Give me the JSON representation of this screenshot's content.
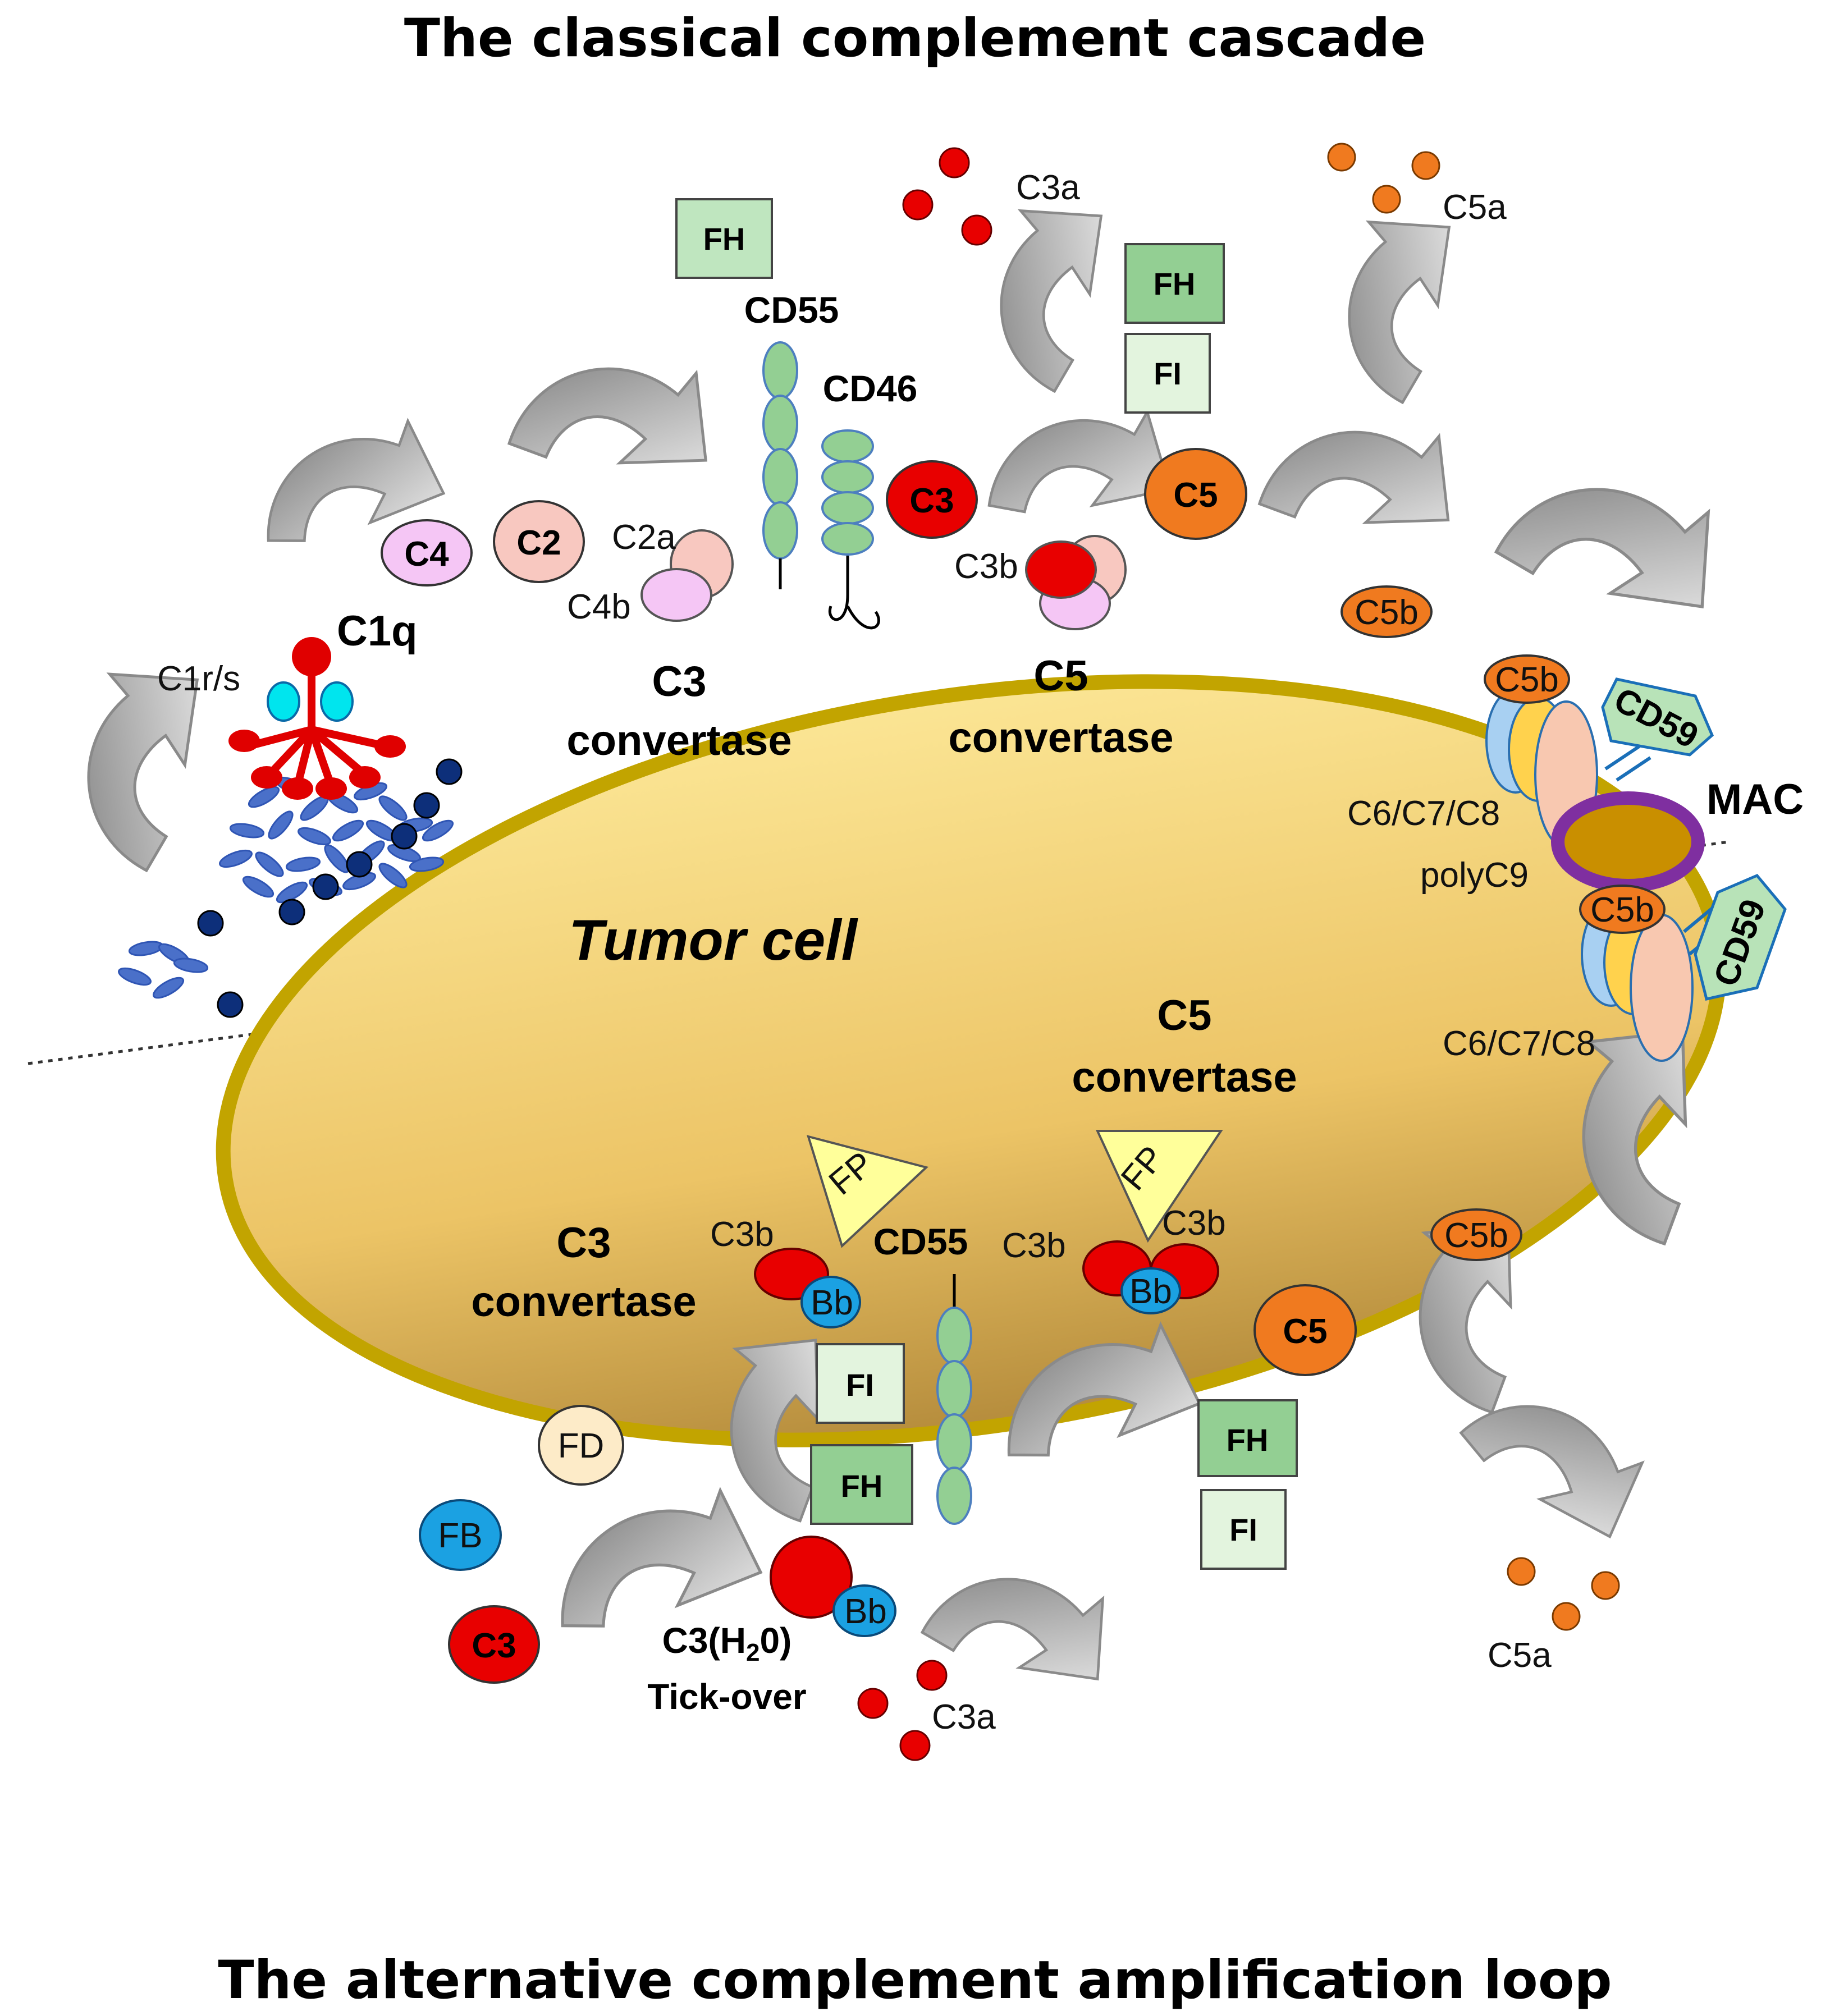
{
  "titles": {
    "top": "The classical complement cascade",
    "bottom": "The alternative complement amplification loop"
  },
  "cell": {
    "label": "Tumor cell"
  },
  "classical": {
    "c1q": "C1q",
    "c1rs": "C1r/s",
    "c4": "C4",
    "c2": "C2",
    "c2a": "C2a",
    "c4b": "C4b",
    "c3_convertase": [
      "C3",
      "convertase"
    ],
    "c5_convertase": [
      "C5",
      "convertase"
    ],
    "fh": "FH",
    "fi": "FI",
    "cd55": "CD55",
    "cd46": "CD46",
    "c3": "C3",
    "c3a": "C3a",
    "c3b": "C3b",
    "c5": "C5",
    "c5a": "C5a",
    "c5b": "C5b"
  },
  "mac": {
    "label": "MAC",
    "cd59": "CD59",
    "c678": "C6/C7/C8",
    "polyc9": "polyC9",
    "c5b": "C5b"
  },
  "alternative": {
    "c3_convertase": [
      "C3",
      "convertase"
    ],
    "c5_convertase": [
      "C5",
      "convertase"
    ],
    "fp": "FP",
    "c3b": "C3b",
    "bb": "Bb",
    "cd55": "CD55",
    "fi": "FI",
    "fh": "FH",
    "fd": "FD",
    "fb": "FB",
    "c3": "C3",
    "c3h2o_prefix": "C3(H",
    "c3h2o_sub": "2",
    "c3h2o_suffix": "0)",
    "tickover": "Tick-over",
    "c3a": "C3a",
    "c5": "C5",
    "c5b": "C5b",
    "c5a": "C5a"
  },
  "colors": {
    "cell_fill": "#f2cd6b",
    "cell_border": "#c2a400",
    "c3": "#e80000",
    "c5": "#f07a1f",
    "c4_c3b_pink": "#f5c6f5",
    "c2_pink": "#f8c8c0",
    "regulator_green": "#93cf93",
    "fi_green": "#e3f4de",
    "fd": "#fdebc8",
    "fb_blue": "#1ba1e2",
    "fp_yellow": "#ffff9a",
    "mac_purple": "#7f2fa0",
    "antibody_blue": "#2f55b4"
  }
}
